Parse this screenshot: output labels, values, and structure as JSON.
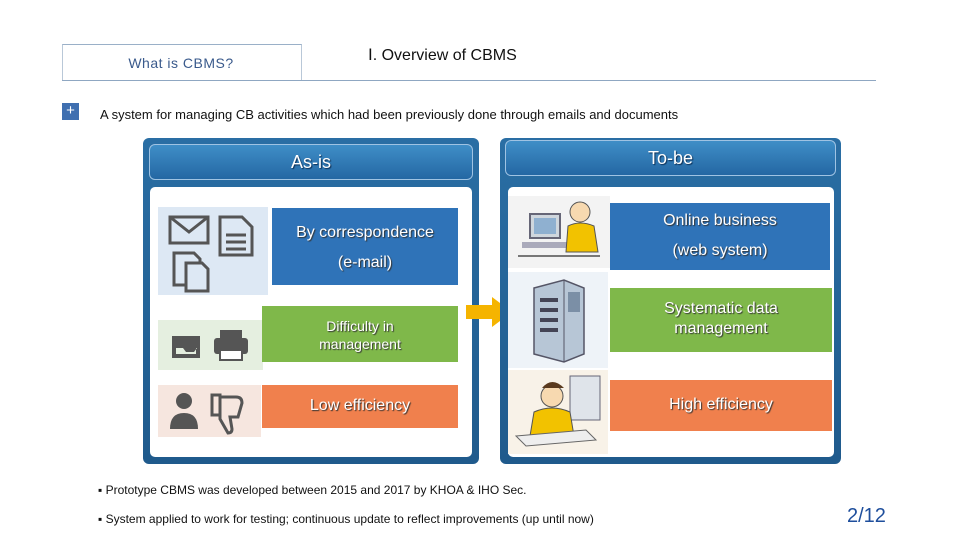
{
  "header": {
    "tab_label": "What is CBMS?",
    "title": "Ⅰ. Overview of CBMS"
  },
  "intro": {
    "icon": "plus-icon",
    "text": "A system for managing CB activities which had been previously done through emails and documents"
  },
  "as_is": {
    "heading": "As-is",
    "rows": [
      {
        "line1": "By correspondence",
        "line2": "(e-mail)",
        "icons": [
          "envelope-icon",
          "document-icon",
          "copy-icon"
        ],
        "color": "#2f73b8"
      },
      {
        "line1": "Difficulty in",
        "line2": "management",
        "icons": [
          "inbox-icon",
          "printer-icon"
        ],
        "color": "#7fb84a"
      },
      {
        "line1": "Low efficiency",
        "line2": "",
        "icons": [
          "user-icon",
          "thumbs-down-icon"
        ],
        "color": "#f0804d"
      }
    ]
  },
  "arrow": {
    "icon": "right-arrow-icon",
    "color": "#f5b400"
  },
  "to_be": {
    "heading": "To-be",
    "rows": [
      {
        "line1": "Online business",
        "line2": "(web system)",
        "picture": "person-at-computer-illustration",
        "color": "#2f73b8"
      },
      {
        "line1": "Systematic data",
        "line2": "management",
        "picture": "server-illustration",
        "color": "#7fb84a"
      },
      {
        "line1": "High efficiency",
        "line2": "",
        "picture": "person-on-phone-illustration",
        "color": "#f0804d"
      }
    ]
  },
  "notes": [
    "▪ Prototype CBMS was developed between 2015 and 2017 by KHOA & IHO Sec.",
    "▪ System applied to work for testing; continuous update to reflect improvements (up until now)"
  ],
  "page_number": "2/12"
}
